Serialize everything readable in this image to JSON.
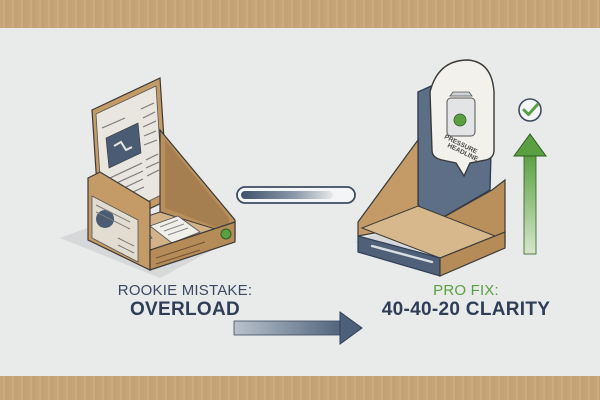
{
  "left_caption": {
    "line1": "ROOKIE MISTAKE:",
    "line2": "OVERLOAD"
  },
  "right_caption": {
    "line1": "PRO FIX:",
    "line2": "40-40-20 CLARITY"
  },
  "header_card": {
    "line1": "PRESSURE",
    "line2": "HEADLINE"
  },
  "colors": {
    "navy": "#33435c",
    "green": "#5aa043",
    "kraft": "#c8a97e",
    "slate_blue": "#5d6f86"
  },
  "icons": [
    "checkmark-icon",
    "arrow-up-icon",
    "arrow-right-icon",
    "progress-bar-icon"
  ]
}
